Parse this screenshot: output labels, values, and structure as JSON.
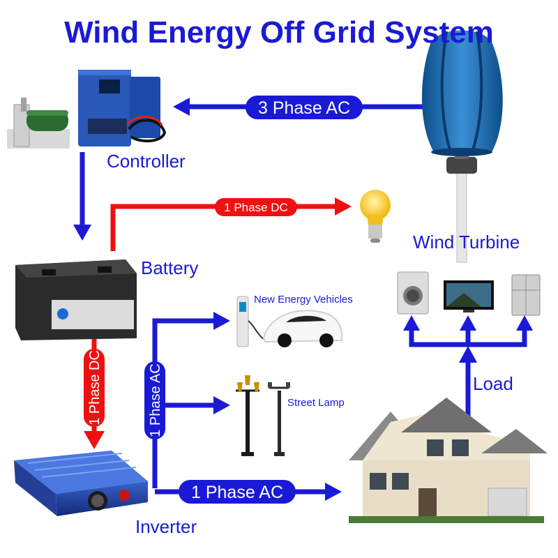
{
  "title": "Wind Energy Off Grid System",
  "components": {
    "controller": "Controller",
    "battery": "Battery",
    "inverter": "Inverter",
    "wind_turbine": "Wind Turbine",
    "load": "Load",
    "new_energy_vehicles": "New Energy Vehicles",
    "street_lamp": "Street Lamp"
  },
  "connections": {
    "turbine_to_controller": "3 Phase AC",
    "battery_to_bulb": "1 Phase DC",
    "battery_to_inverter": "1 Phase DC",
    "inverter_branch": "1 Phase AC",
    "inverter_to_house": "1 Phase AC"
  },
  "colors": {
    "ac_line": "#1a1ad6",
    "dc_line": "#ee1111",
    "title": "#1a1ad6"
  }
}
